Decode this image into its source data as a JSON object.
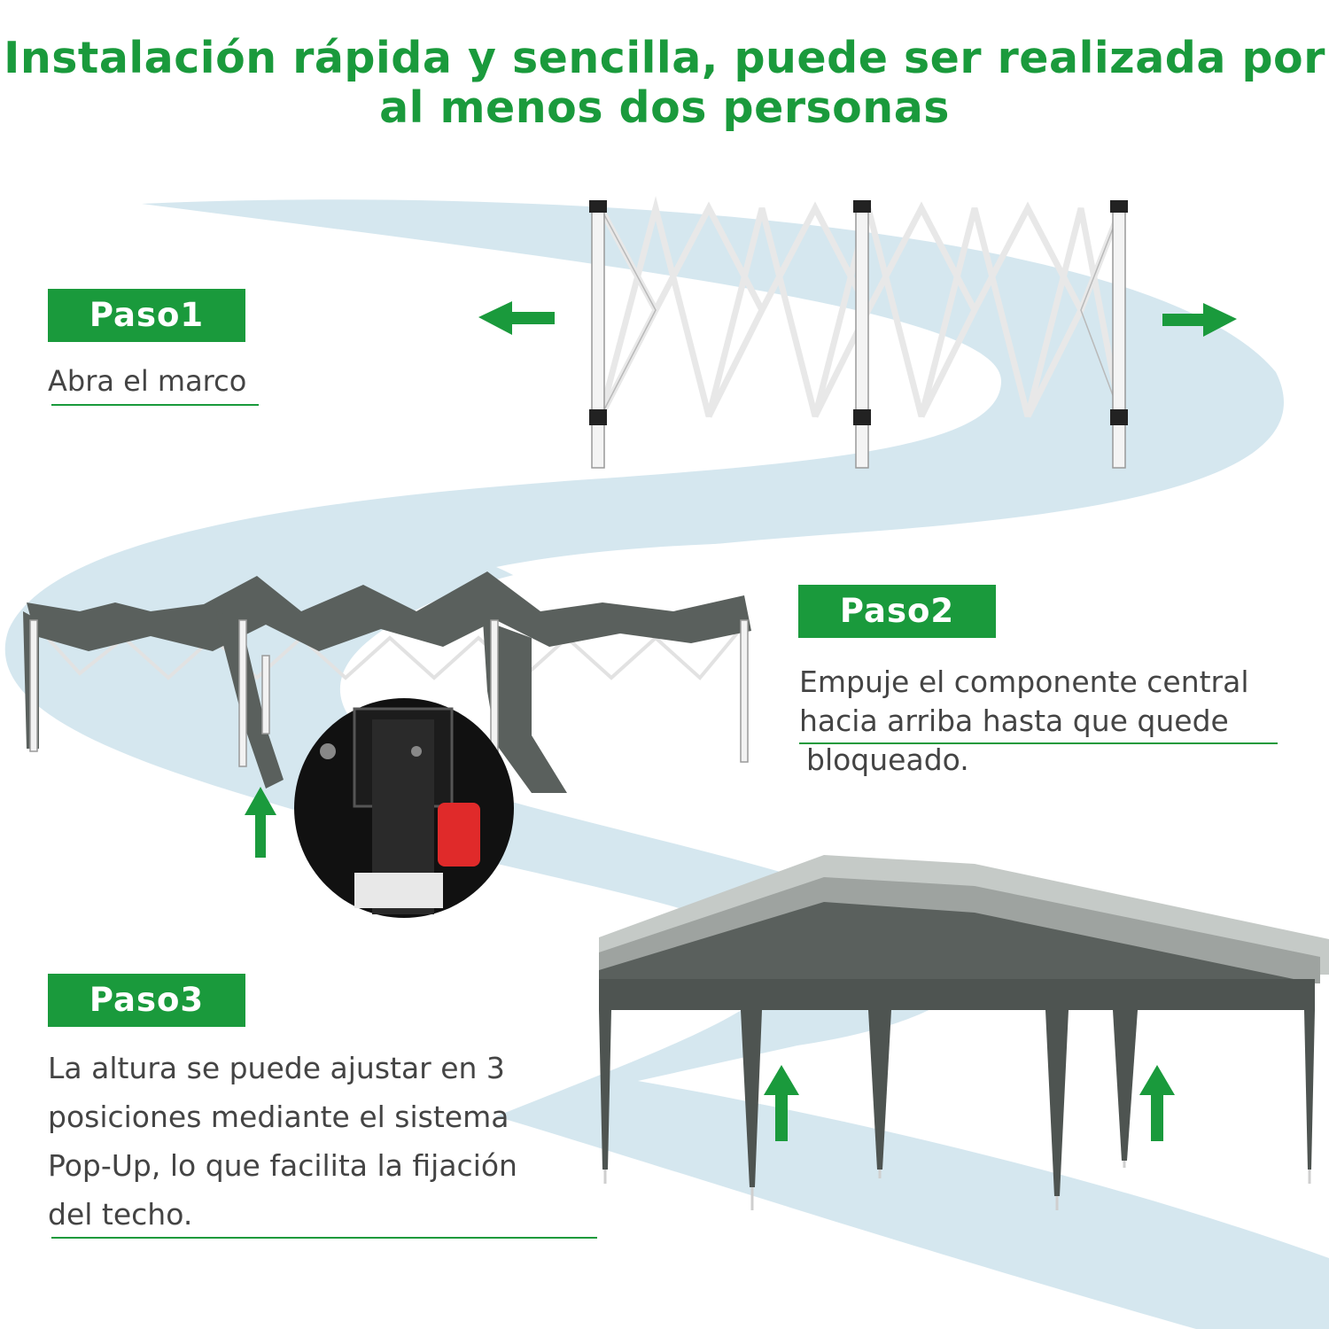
{
  "title": {
    "line1": "Instalación rápida y sencilla, puede ser realizada por",
    "line2": "al menos dos personas"
  },
  "colors": {
    "accent": "#1a9a3c",
    "path": "#d5e7ef",
    "canopy": "#5a605d",
    "text": "#444444"
  },
  "steps": [
    {
      "label": "Paso1",
      "lines": [
        "Abra el marco"
      ]
    },
    {
      "label": "Paso2",
      "lines": [
        "Empuje el componente central",
        "hacia arriba hasta que quede",
        "bloqueado."
      ]
    },
    {
      "label": "Paso3",
      "lines": [
        "La altura se puede ajustar en 3",
        "posiciones mediante el sistema",
        "Pop-Up, lo que facilita la fijación",
        "del techo."
      ]
    }
  ],
  "icons": {
    "step1": [
      "arrow-left-icon",
      "arrow-right-icon"
    ],
    "step2": [
      "arrow-up-icon",
      "lock-button-icon"
    ],
    "step3": [
      "arrow-up-icon",
      "arrow-up-icon"
    ]
  }
}
